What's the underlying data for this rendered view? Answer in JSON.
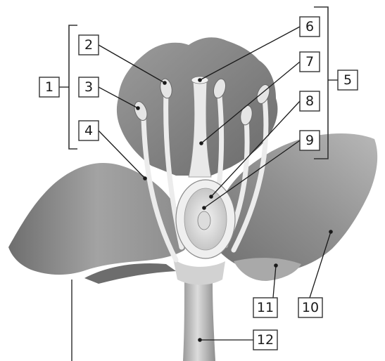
{
  "labels": {
    "l1": "1",
    "l2": "2",
    "l3": "3",
    "l4": "4",
    "l5": "5",
    "l6": "6",
    "l7": "7",
    "l8": "8",
    "l9": "9",
    "l10": "10",
    "l11": "11",
    "l12": "12"
  },
  "colors": {
    "petal_back": "#8a8a8a",
    "petal_front": "#7d7d7d",
    "petal_light": "#b5b5b5",
    "filament": "#e8e8e8",
    "stem": "#c4c4c4"
  }
}
